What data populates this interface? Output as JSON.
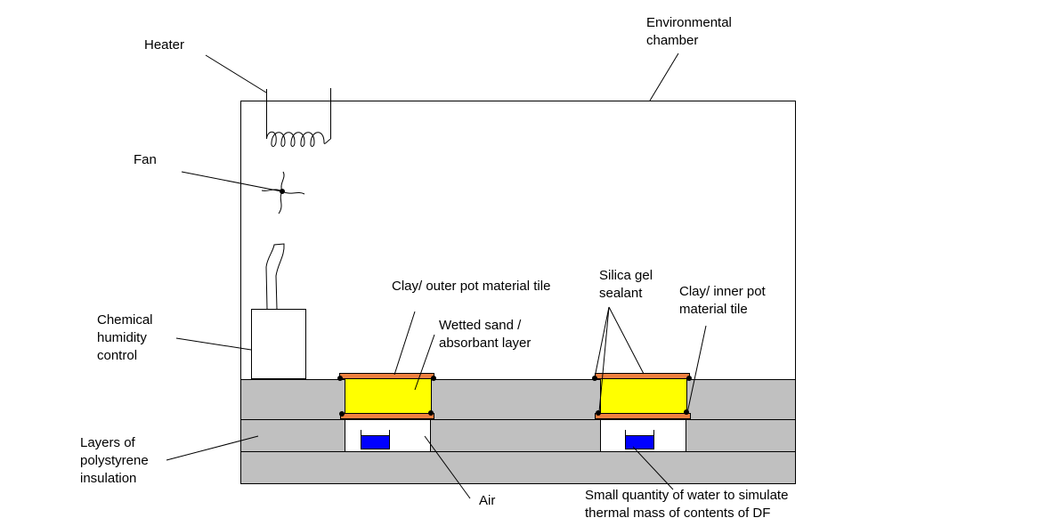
{
  "labels": {
    "environmental_chamber": [
      "Environmental",
      "chamber"
    ],
    "heater": "Heater",
    "fan": "Fan",
    "chemical_humidity_control": [
      "Chemical",
      "humidity",
      "control"
    ],
    "layers_insulation": [
      "Layers of",
      "polystyrene",
      "insulation"
    ],
    "clay_outer": "Clay/ outer pot material tile",
    "wetted_sand": [
      "Wetted sand /",
      "absorbant layer"
    ],
    "silica_gel": [
      "Silica gel",
      "sealant"
    ],
    "clay_inner": [
      "Clay/ inner pot",
      "material tile"
    ],
    "air": "Air",
    "water": [
      "Small quantity of water to simulate",
      "thermal mass of contents of DF"
    ]
  },
  "colors": {
    "insulation": "#c0c0c0",
    "sand": "#ffff00",
    "tile": "#f08040",
    "water": "#0000ff",
    "outline": "#000000",
    "air": "#ffffff"
  }
}
